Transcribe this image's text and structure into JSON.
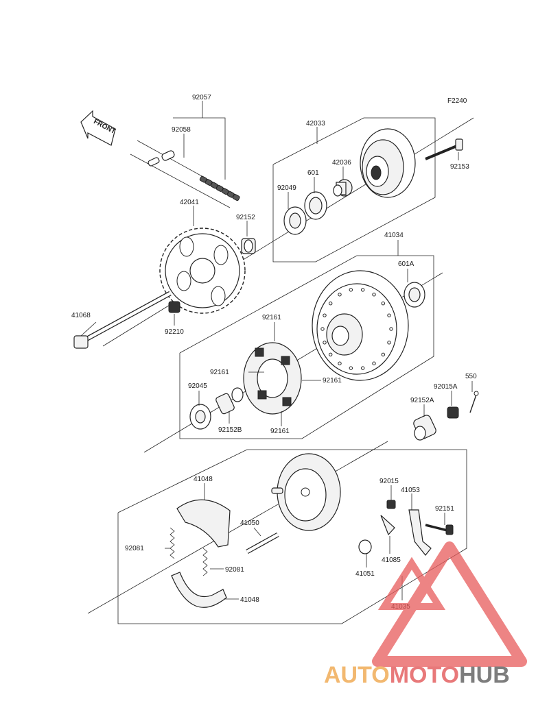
{
  "diagram_code": "F2240",
  "direction_label": "FRONT",
  "parts": {
    "p92057": "92057",
    "p92058": "92058",
    "p42033": "42033",
    "p42036": "42036",
    "p601": "601",
    "p92049": "92049",
    "p92153": "92153",
    "p42041": "42041",
    "p92152": "92152",
    "p41034": "41034",
    "p601A": "601A",
    "p41068": "41068",
    "p92210": "92210",
    "p92161a": "92161",
    "p92161b": "92161",
    "p92161c": "92161",
    "p92161d": "92161",
    "p92045": "92045",
    "p92152B": "92152B",
    "p550": "550",
    "p92015A": "92015A",
    "p92152A": "92152A",
    "p41048a": "41048",
    "p41048b": "41048",
    "p92015": "92015",
    "p41053": "41053",
    "p92151": "92151",
    "p41050": "41050",
    "p92081a": "92081",
    "p92081b": "92081",
    "p41051": "41051",
    "p41085": "41085",
    "p41035": "41035"
  },
  "watermark": {
    "part1": "AUTO",
    "part2": "MOTO",
    "part3": "HUB",
    "colors": {
      "auto": "#f2b870",
      "moto": "#e8797a",
      "hub": "#7d7d7d",
      "triangle": "#e85b5b"
    }
  }
}
